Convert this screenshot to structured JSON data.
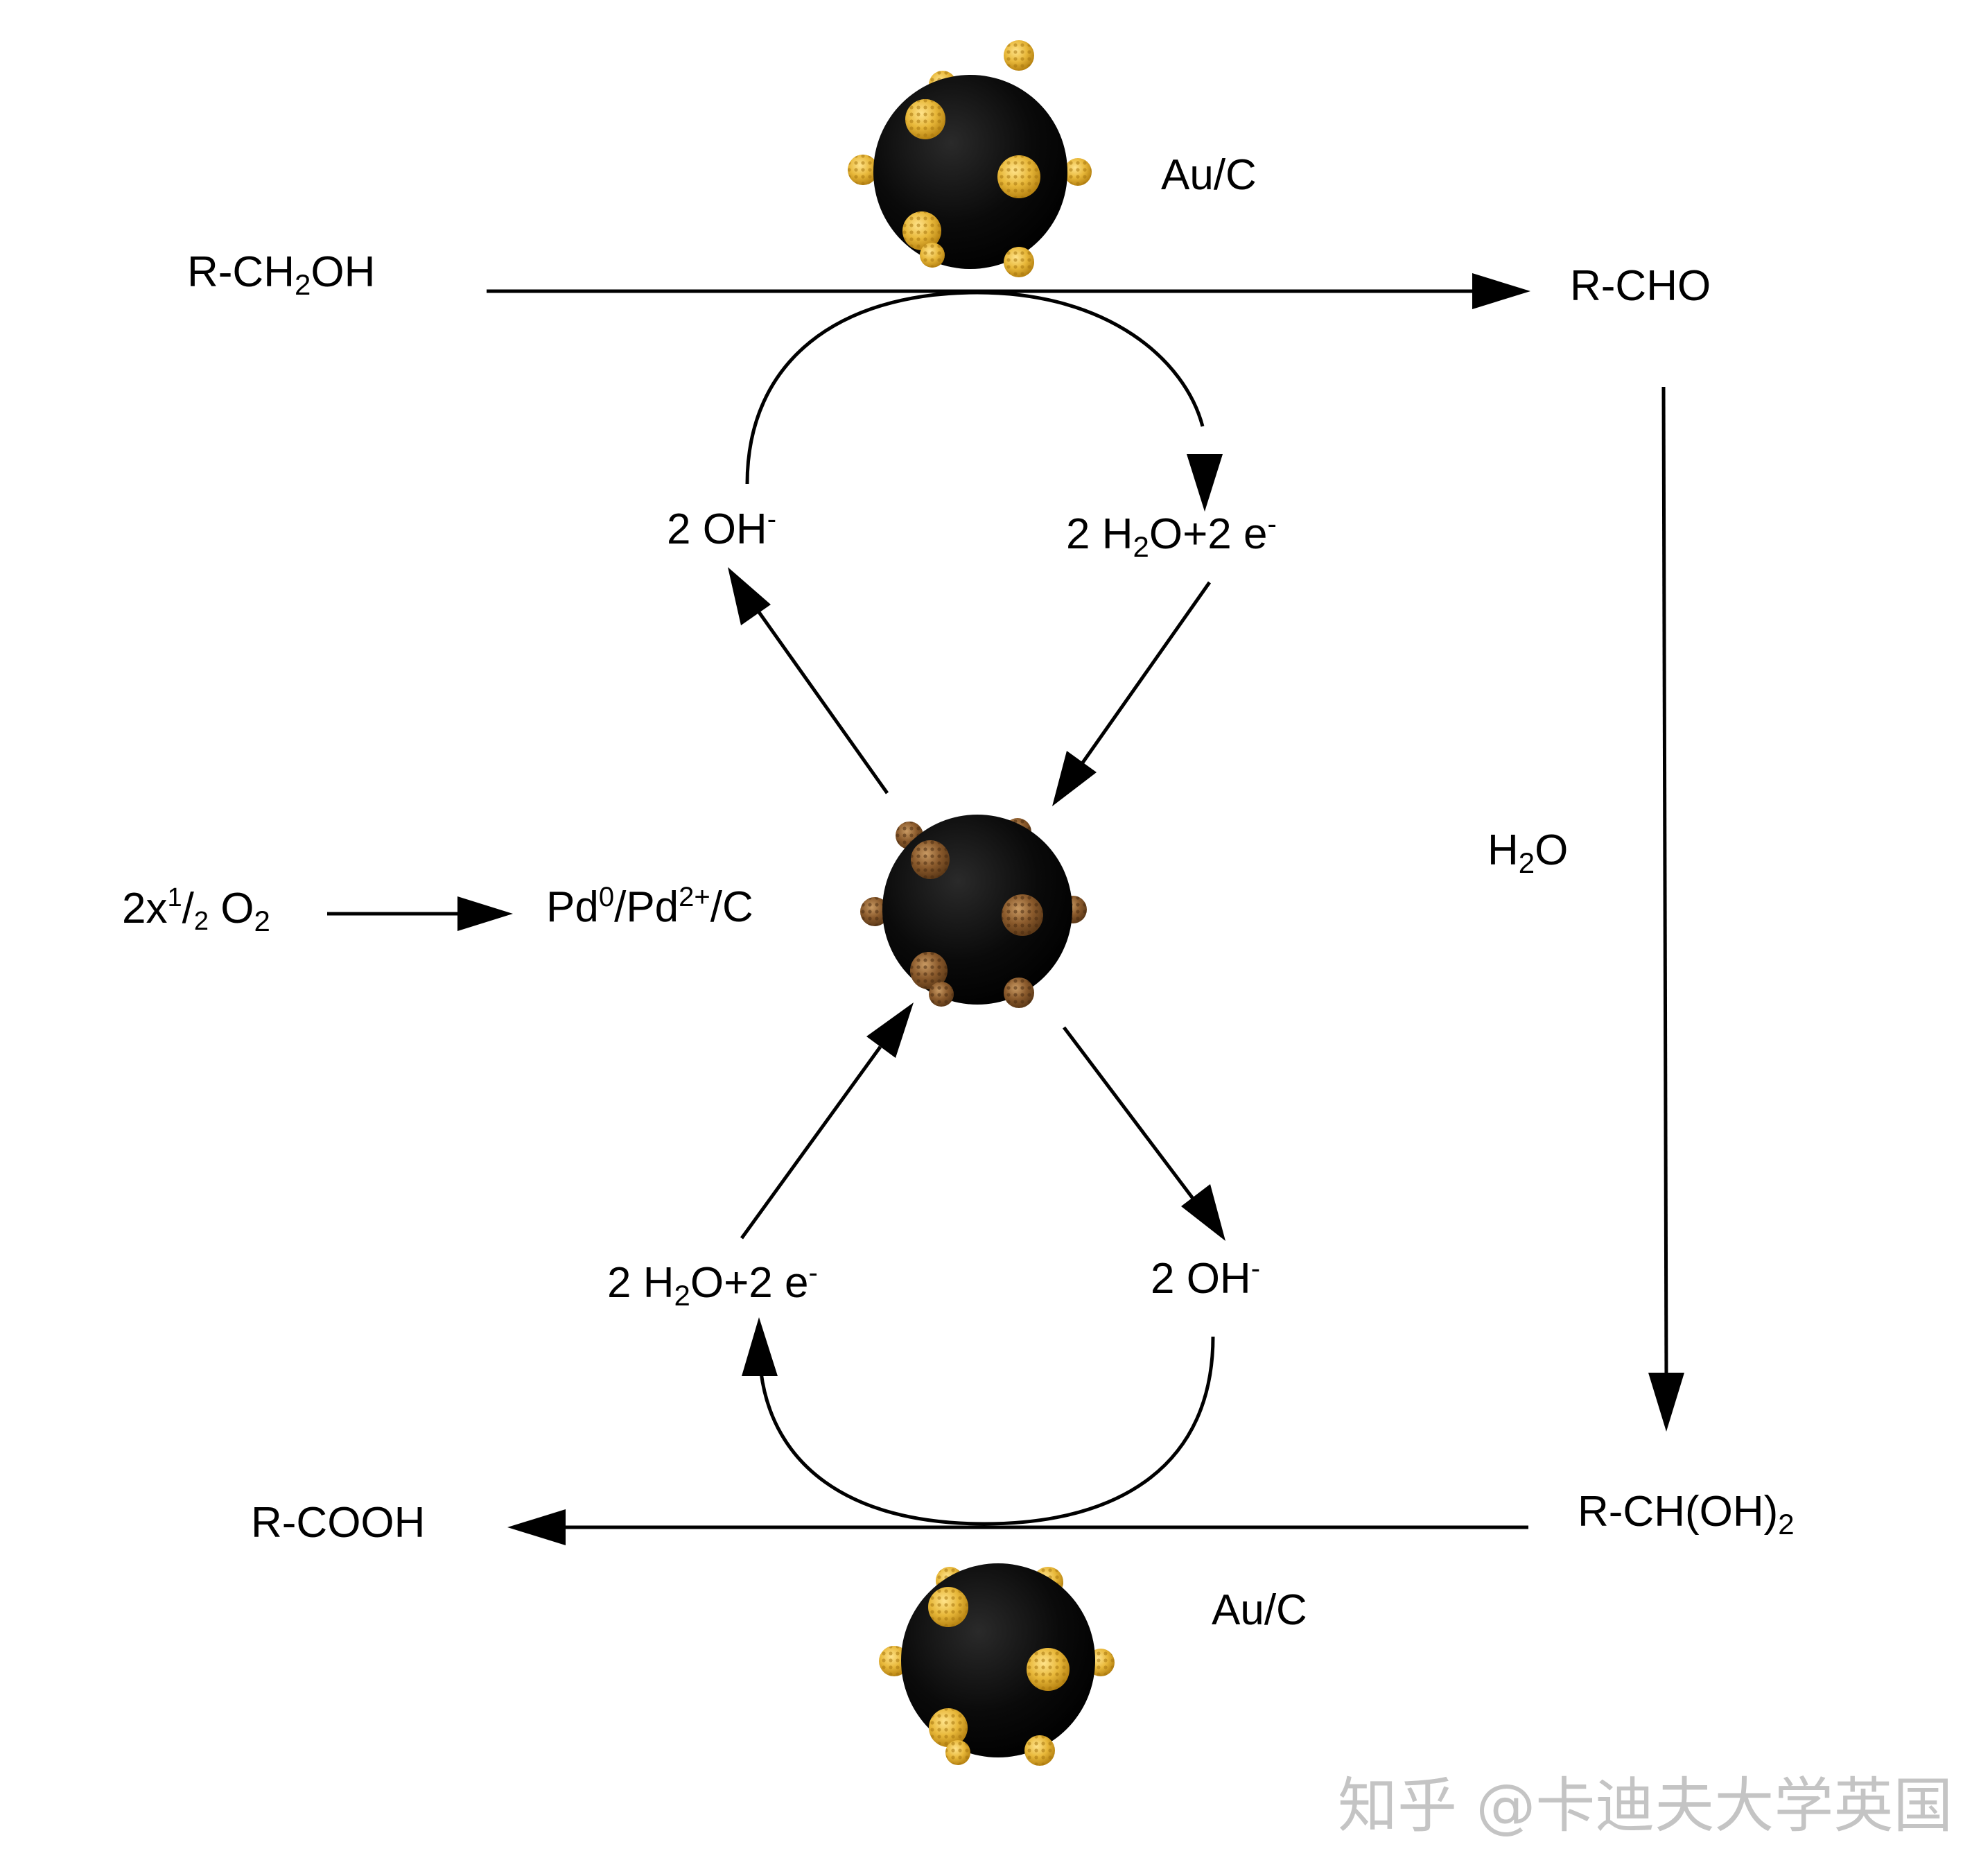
{
  "reactions": {
    "alcohol": {
      "base": "R-CH",
      "sub": "2",
      "tail": "OH"
    },
    "aldehyde": "R-CHO",
    "water_step": {
      "base": "H",
      "sub": "2",
      "tail": "O"
    },
    "gem_diol": {
      "base": "R-CH(OH)",
      "sub": "2"
    },
    "acid": "R-COOH"
  },
  "catalysts": {
    "top_au": "Au/C",
    "bottom_au": "Au/C",
    "pd": {
      "a": "Pd",
      "a_sup": "0",
      "b": "/Pd",
      "b_sup": "2+",
      "c": "/C"
    }
  },
  "oxygen": {
    "lead": "2x",
    "num": "1",
    "slash": "/",
    "den": "2",
    "space": " O",
    "sub": "2"
  },
  "cycle": {
    "oh_top_left": {
      "base": "2 OH",
      "sup": "-"
    },
    "h2o_top_right": {
      "a": "2 H",
      "sub": "2",
      "b": "O+2 e",
      "sup": "-"
    },
    "h2o_bottom_left": {
      "a": "2 H",
      "sub": "2",
      "b": "O+2 e",
      "sup": "-"
    },
    "oh_bottom_right": {
      "base": "2 OH",
      "sup": "-"
    }
  },
  "watermark": "知乎 @卡迪夫大学英国",
  "colors": {
    "line": "#000000",
    "particle_core": "#0a0a0a",
    "gold": "#e8b83a",
    "gold_dark": "#b88412",
    "palladium": "#8a5a2c",
    "palladium_dark": "#5e3a18",
    "watermark": "#c4c4c4"
  }
}
